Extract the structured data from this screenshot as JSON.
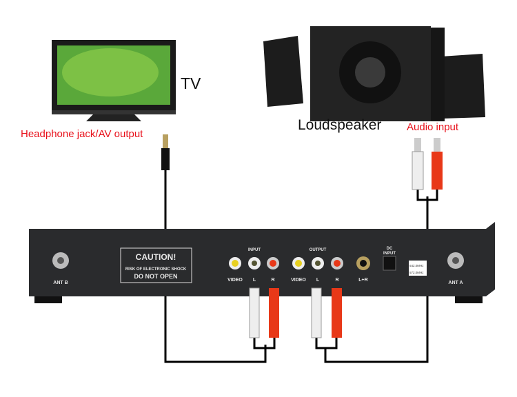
{
  "labels": {
    "tv": "TV",
    "tv_output": "Headphone jack/AV output",
    "speaker": "Loudspeaker",
    "speaker_input": "Audio input"
  },
  "panel": {
    "caution_title": "CAUTION!",
    "caution_sub": "RISK OF ELECTRONIC SHOCK",
    "caution_warn": "DO NOT OPEN",
    "input_group": "INPUT",
    "output_group": "OUTPUT",
    "video": "VIDEO",
    "left": "L",
    "right": "R",
    "mono": "L+R",
    "dc_line1": "DC",
    "dc_line2": "INPUT",
    "freq1": "542.0MHz",
    "freq2": "572.0MHz",
    "ant_b": "ANT B",
    "ant_a": "ANT A"
  },
  "colors": {
    "label_red": "#e8101a",
    "wire": "#000000",
    "panel": "#2a2b2d"
  }
}
